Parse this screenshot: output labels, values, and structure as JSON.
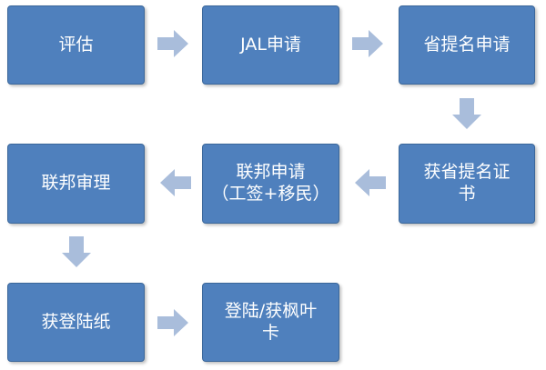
{
  "flow": {
    "steps": [
      {
        "id": "s1",
        "label": "评估"
      },
      {
        "id": "s2",
        "label": "JAL申请"
      },
      {
        "id": "s3",
        "label": "省提名申请"
      },
      {
        "id": "s4",
        "label": "获省提名证\n书"
      },
      {
        "id": "s5",
        "label": "联邦申请\n（工签+移民）"
      },
      {
        "id": "s6",
        "label": "联邦审理"
      },
      {
        "id": "s7",
        "label": "获登陆纸"
      },
      {
        "id": "s8",
        "label": "登陆/获枫叶\n卡"
      }
    ],
    "colors": {
      "box_fill": "#4f80bd",
      "box_border": "#3b679a",
      "arrow": "#a9bddb",
      "text": "#ffffff"
    }
  }
}
